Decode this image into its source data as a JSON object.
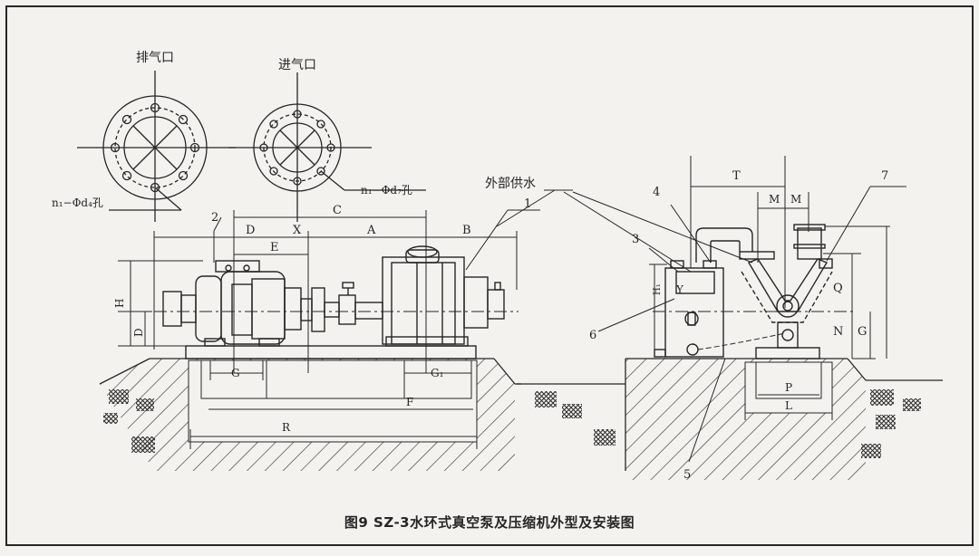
{
  "labels": {
    "exhaust": "排气口",
    "intake": "进气口",
    "exhaust_holes": "n₁−Φd₄孔",
    "intake_holes": "n₁−Φd₇孔",
    "external_water": "外部供水"
  },
  "dims": {
    "A": "A",
    "B": "B",
    "C": "C",
    "D": "D",
    "X": "X",
    "E": "E",
    "H": "H",
    "D_side": "D",
    "G_left": "G",
    "G1": "G₁",
    "F": "F",
    "R": "R",
    "T": "T",
    "M1": "M",
    "M2": "M",
    "Q": "Q",
    "N": "N",
    "G_right": "G",
    "P": "P",
    "L": "L",
    "H1": "H₁",
    "Y": "Y"
  },
  "callouts": {
    "c1": "1",
    "c2": "2",
    "c3": "3",
    "c4": "4",
    "c5": "5",
    "c6": "6",
    "c7": "7"
  },
  "caption": "图9  SZ-3水环式真空泵及压缩机外型及安装图",
  "colors": {
    "line": "#262626",
    "paper": "#f3f2ee"
  }
}
